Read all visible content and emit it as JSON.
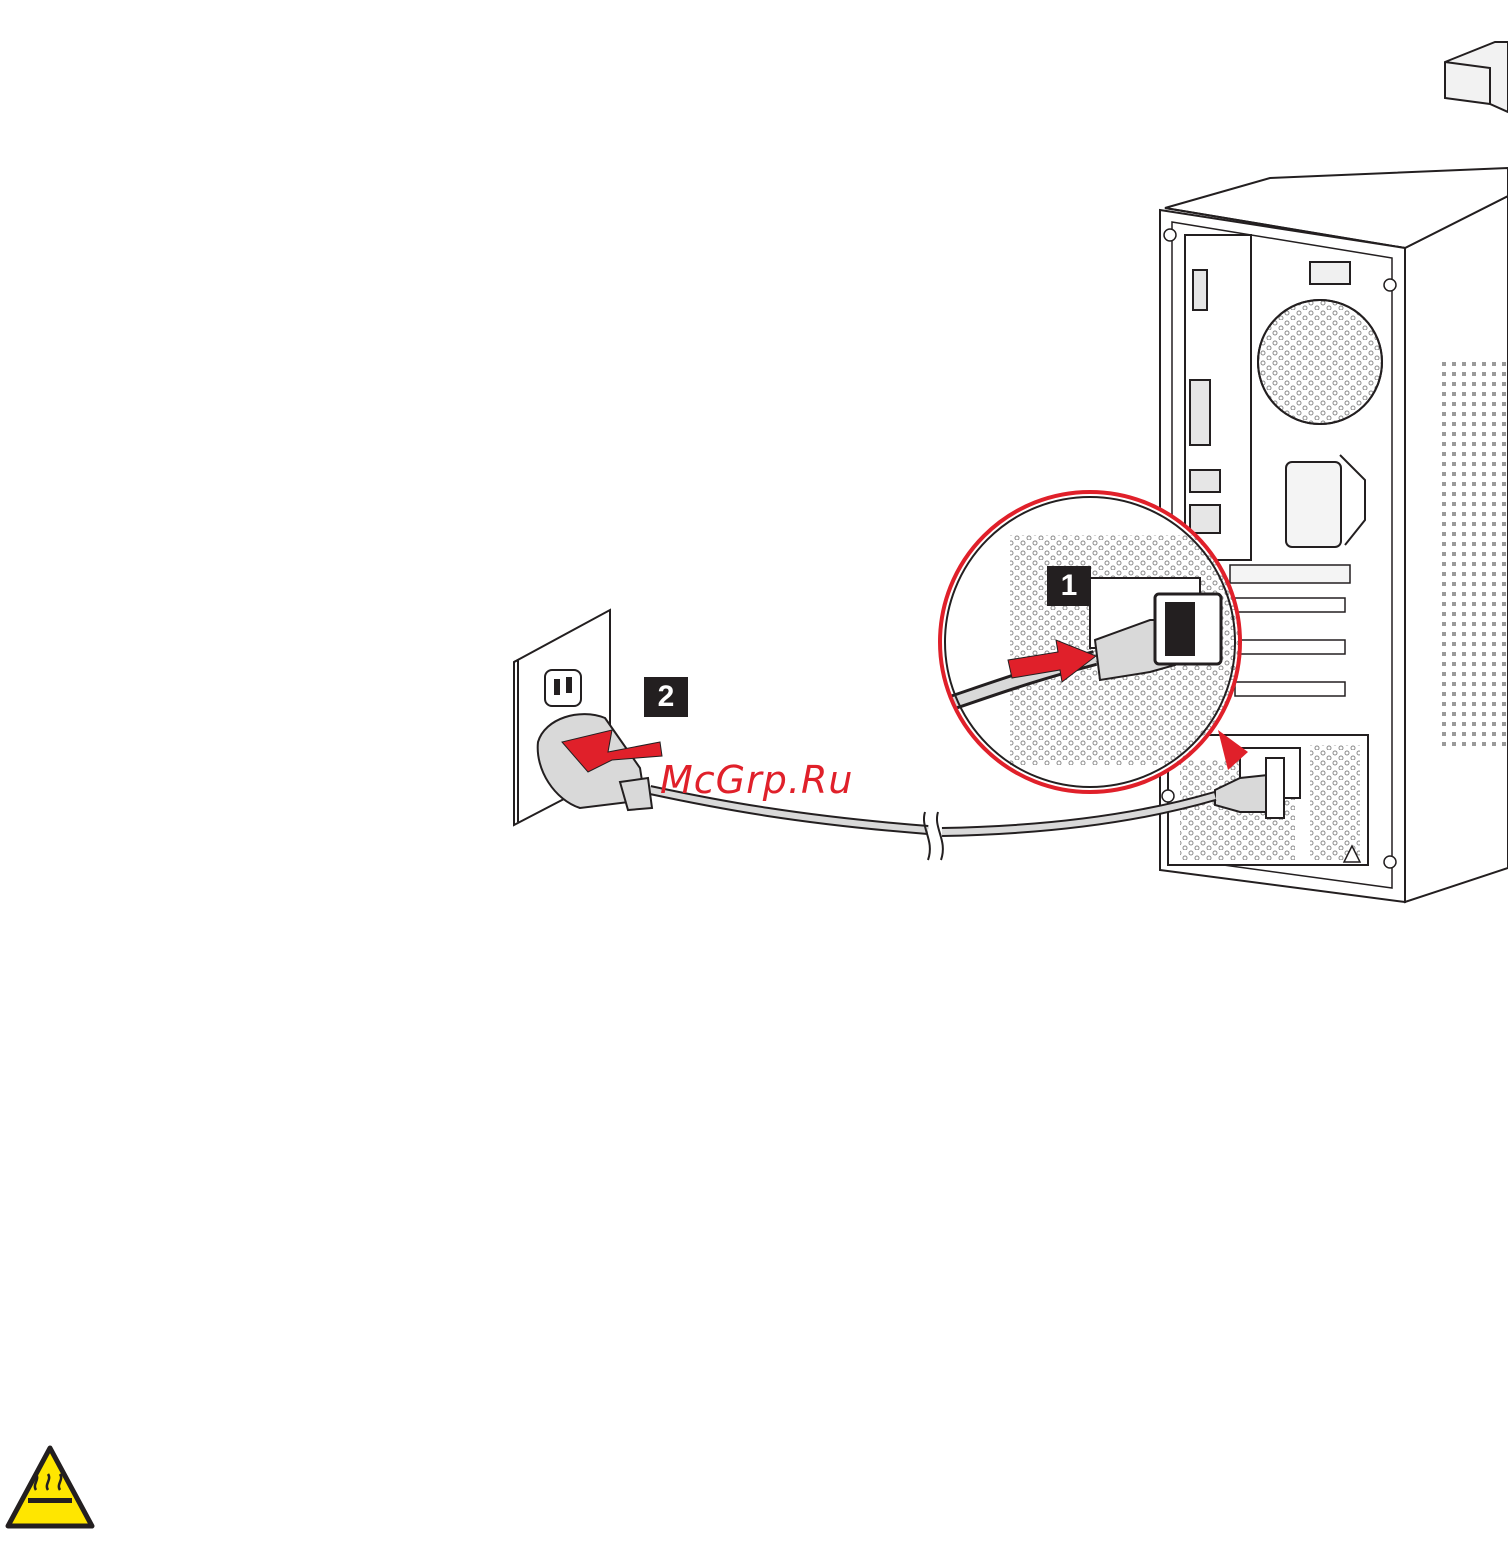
{
  "steps": [
    {
      "number": "1",
      "action": "connect-power-cord-to-computer"
    },
    {
      "number": "2",
      "action": "connect-power-cord-to-outlet"
    }
  ],
  "watermark": "McGrp.Ru",
  "icons": {
    "hot_surface": "hot-surface-warning-icon",
    "arrow": "arrow-right-icon"
  },
  "colors": {
    "accent_red": "#e0202a",
    "outline": "#231f20",
    "fill_gray": "#d9d9d9",
    "warning_yellow": "#ffe600"
  }
}
